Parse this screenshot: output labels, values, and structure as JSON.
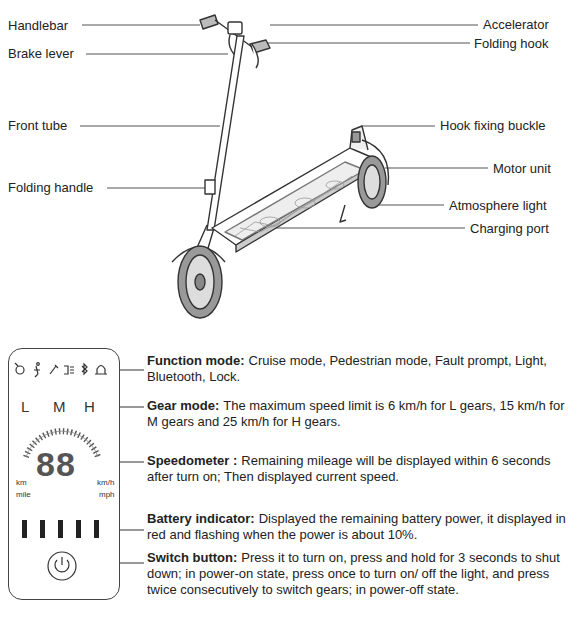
{
  "diagram": {
    "nodes": [
      {
        "text": [
          "L",
          "M",
          "H",
          "88",
          "km",
          "mile",
          "km/h",
          "mph"
        ]
      }
    ],
    "labels": [
      "Handlebar",
      "Brake lever",
      "Front tube",
      "Folding handle",
      "Accelerator",
      "Folding hook",
      "Hook fixing buckle",
      "Motor unit",
      "Atmosphere light",
      "Charging port",
      "Function mode:",
      "Cruise mode, Pedestrian mode, Fault prompt, Light, Bluetooth, Lock.",
      "Gear mode:",
      "The maximum speed limit is 6 km/h for L gears, 15 km/h for M gears and 25 km/h for H gears.",
      "Speedometer :",
      "Remaining mileage will be displayed within 6 seconds after turn on; Then displayed current speed.",
      "Battery indicator:",
      "Displayed the remaining battery power, it displayed in red and flashing when the power is about 10%.",
      "Switch button:",
      "Press it to turn on, press and hold for 3 seconds to shut down; in power-on state, press once to turn on/ off the light, and press twice consecutively to switch gears; in power-off state."
    ]
  }
}
